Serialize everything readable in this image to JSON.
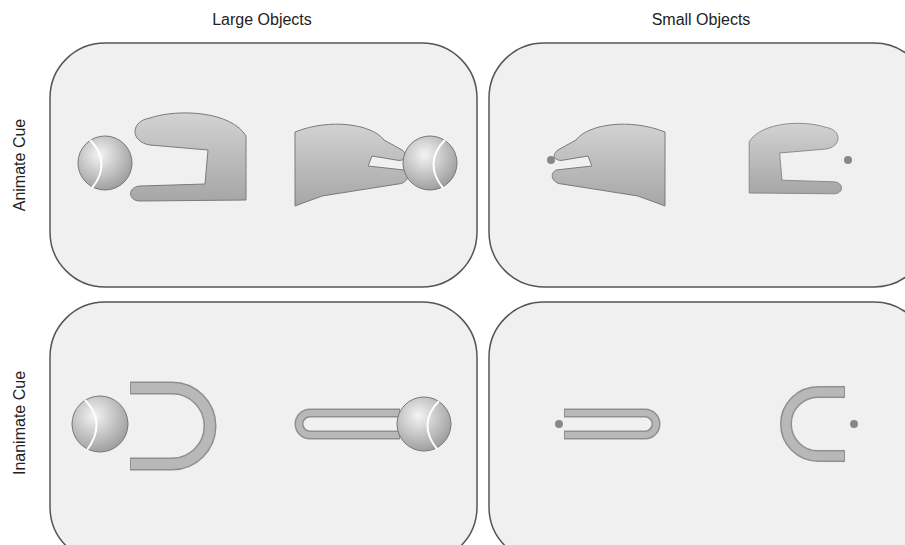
{
  "diagram": {
    "labels": [
      "Large Objects",
      "Small Objects",
      "Animate Cue",
      "Inanimate Cue"
    ]
  }
}
